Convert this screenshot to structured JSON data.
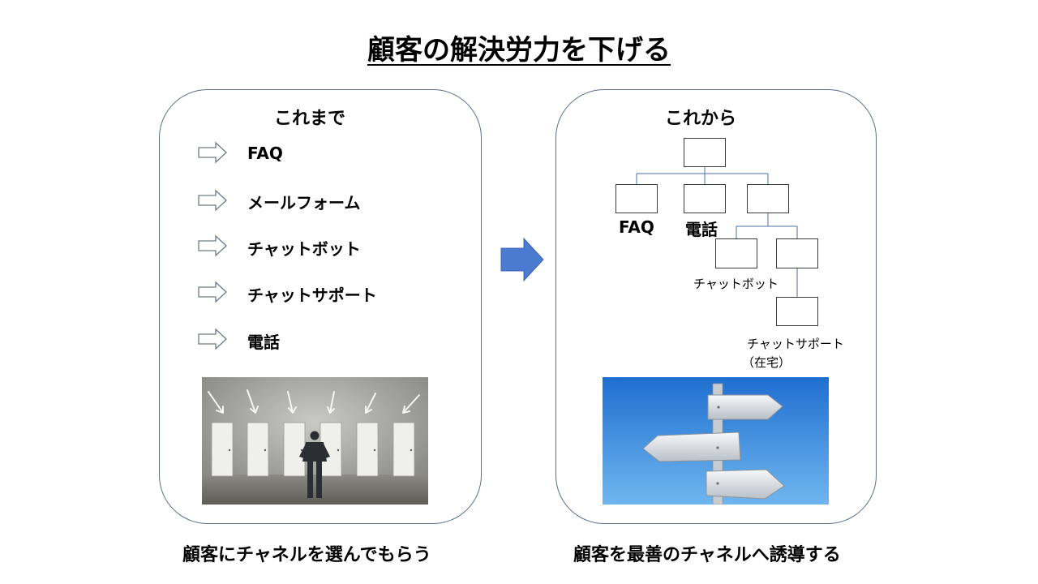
{
  "title": "顧客の解決労力を下げる",
  "left_panel": {
    "heading": "これまで",
    "items": [
      "FAQ",
      "メールフォーム",
      "チャットボット",
      "チャットサポート",
      "電話"
    ],
    "caption": "顧客にチャネルを選んでもらう"
  },
  "right_panel": {
    "heading": "これから",
    "tree_labels": {
      "faq": "FAQ",
      "phone": "電話",
      "chatbot": "チャットボット",
      "chat_support": "チャットサポート",
      "chat_support_note": "（在宅）"
    },
    "caption": "顧客を最善のチャネルへ誘導する"
  },
  "colors": {
    "center_arrow": "#4a7bd0",
    "tree_line": "#4a72a8",
    "panel_border": "#5b6f86",
    "sky": "#2a7ed8"
  },
  "icons": {
    "list_bullet": "hollow-right-arrow-icon",
    "center_arrow": "right-arrow-icon"
  }
}
